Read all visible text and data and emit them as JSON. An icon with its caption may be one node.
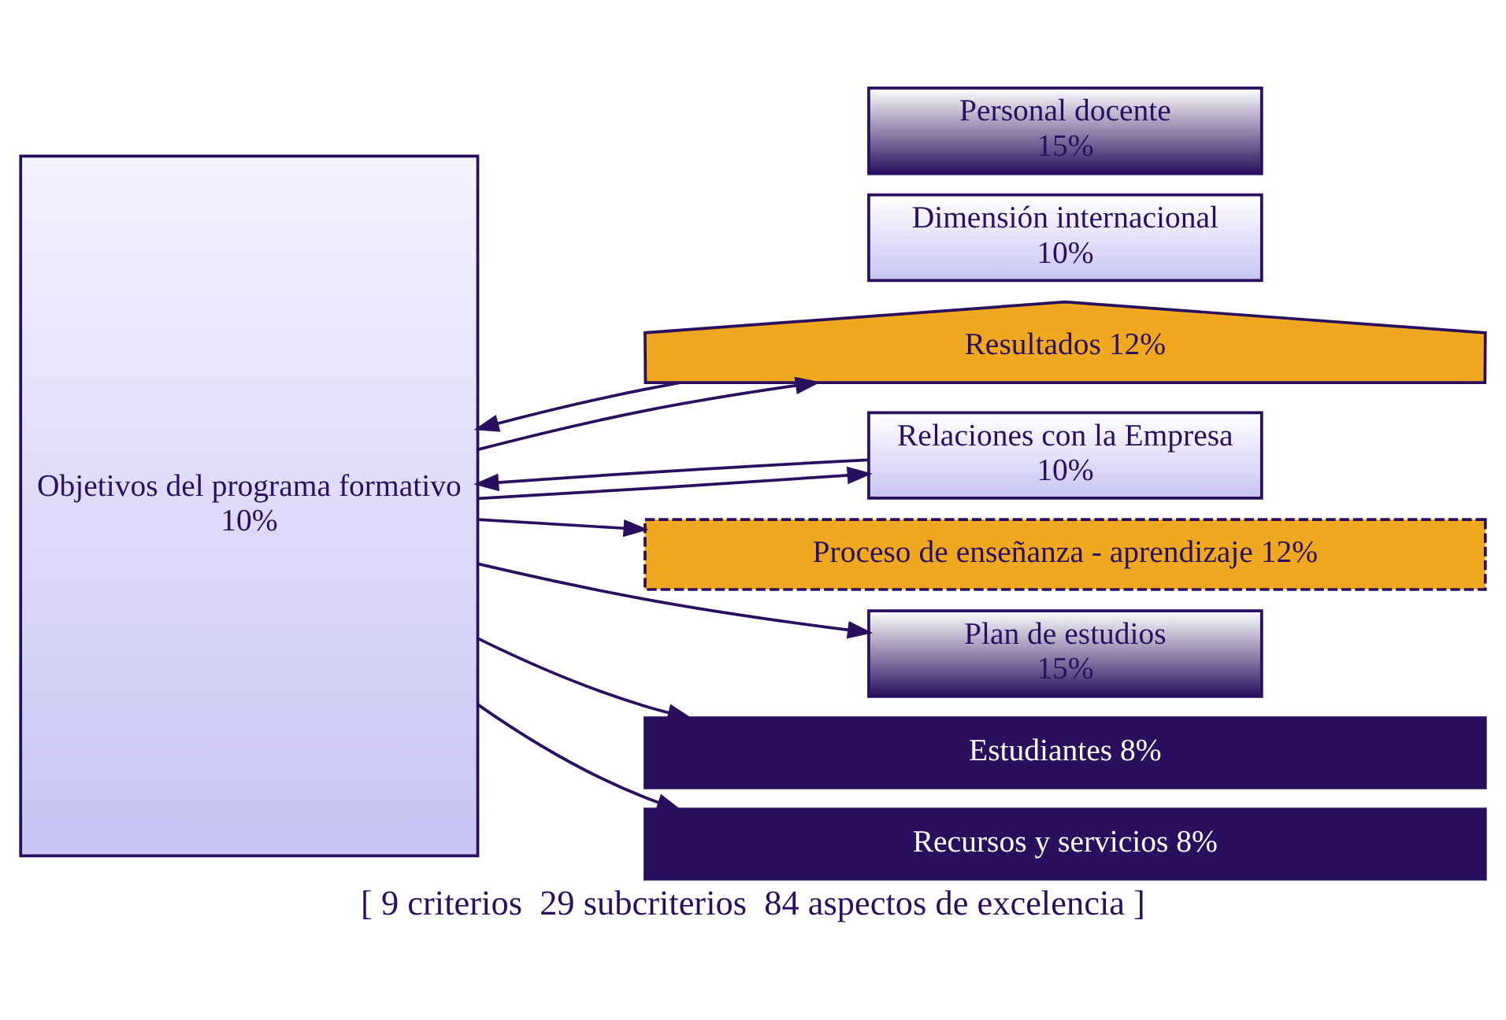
{
  "diagram": {
    "caption": "[ 9 criterios  29 subcriterios  84 aspectos de excelencia ]",
    "nodes": [
      {
        "text": [
          "Objetivos del programa formativo",
          "10%"
        ]
      },
      {
        "text": [
          "Resultados 12%"
        ]
      },
      {
        "text": [
          "Relaciones con la Empresa",
          "10%"
        ]
      },
      {
        "text": [
          "Dimensión internacional",
          "10%"
        ]
      },
      {
        "text": [
          "Proceso de enseñanza - aprendizaje 12%"
        ]
      },
      {
        "text": [
          "Plan de estudios",
          "15%"
        ]
      },
      {
        "text": [
          "Personal docente",
          "15%"
        ]
      },
      {
        "text": [
          "Estudiantes 8%"
        ]
      },
      {
        "text": [
          "Recursos y servicios 8%"
        ]
      }
    ],
    "edges": [
      {
        "from": 0,
        "to": 1,
        "arrow": "to"
      },
      {
        "from": 1,
        "to": 0,
        "arrow": "to"
      },
      {
        "from": 0,
        "to": 2,
        "arrow": "to"
      },
      {
        "from": 2,
        "to": 0,
        "arrow": "to"
      },
      {
        "from": 0,
        "to": 4,
        "arrow": "to"
      },
      {
        "from": 0,
        "to": 5,
        "arrow": "to"
      },
      {
        "from": 0,
        "to": 7,
        "arrow": "to"
      },
      {
        "from": 0,
        "to": 8,
        "arrow": "to"
      }
    ]
  }
}
